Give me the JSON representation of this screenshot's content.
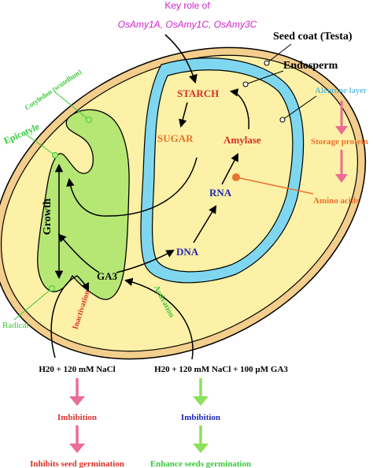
{
  "colors": {
    "seed_coat": "#F3CE8C",
    "endosperm": "#FCF1A6",
    "aleurone": "#7FD7EF",
    "embryo": "#B6E775",
    "magenta": "#D11FCE",
    "orange": "#E8722F",
    "red": "#D8312A",
    "pink_arrow": "#EA6D94",
    "green_arrow": "#8CE05A",
    "blue": "#1E27B5",
    "green_label": "#39C93B",
    "aleurone_label": "#2AA7DC"
  },
  "title": {
    "line1": "Key role of",
    "line2": "OsAmy1A, OsAmy1C, OsAmy3C"
  },
  "labels": {
    "seed_coat": "Seed coat (Testa)",
    "endosperm": "Endosperm",
    "aleurone_layer": "Aleurone layer",
    "storage_protein": "Storage protein",
    "amino_acids": "Amino acids",
    "cotyledon": "Cotyledon (scutellum)",
    "epicotyle": "Epicotyle",
    "radical": "Radical",
    "starch": "STARCH",
    "sugar": "SUGAR",
    "amylase": "Amylase",
    "rna": "RNA",
    "dna": "DNA",
    "growth": "Growth",
    "ga3": "GA3",
    "inactivation": "Inactivation",
    "activation": "Activation"
  },
  "treatments": {
    "left": {
      "condition": "H20 + 120 mM NaCl",
      "step": "Imbibition",
      "outcome": "Inhibits seed germination"
    },
    "right": {
      "condition": "H20 + 120 mM NaCl + 100 µM GA3",
      "step": "Imbibition",
      "outcome": "Enhance seeds germination"
    }
  }
}
